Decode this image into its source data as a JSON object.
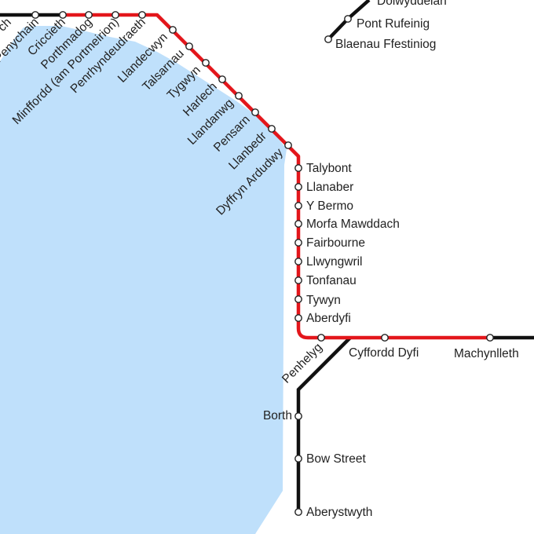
{
  "colors": {
    "sea": "#bfe0fb",
    "cambrian_line": "#e3161b",
    "other_line": "#111111",
    "station_fill": "#ffffff",
    "station_stroke": "#222222",
    "text": "#222222"
  },
  "stations": {
    "pwllheli_partial": "ch",
    "penychain": "Penychain",
    "criccieth": "Criccieth",
    "porthmadog": "Porthmadog",
    "minffordd": "Minffordd (am Portmeirion)",
    "penrhyndeudraeth": "Penrhyndeudraeth",
    "llandecwyn": "Llandecwyn",
    "talsarnau": "Talsarnau",
    "tygwyn": "Tygwyn",
    "harlech": "Harlech",
    "llandanwg": "Llandanwg",
    "pensarn": "Pensarn",
    "llanbedr": "Llanbedr",
    "dyffryn_ardudwy": "Dyffryn Ardudwy",
    "talybont": "Talybont",
    "llanaber": "Llanaber",
    "y_bermo": "Y Bermo",
    "morfa_mawddach": "Morfa Mawddach",
    "fairbourne": "Fairbourne",
    "llwyngwril": "Llwyngwril",
    "tonfanau": "Tonfanau",
    "tywyn": "Tywyn",
    "aberdyfi": "Aberdyfi",
    "penhelyg": "Penhelyg",
    "cyffordd_dyfi": "Cyffordd Dyfi",
    "machynlleth": "Machynlleth",
    "borth": "Borth",
    "bow_street": "Bow Street",
    "aberystwyth": "Aberystwyth",
    "dolwyddelan": "Dolwyddelan",
    "pont_rufeinig": "Pont Rufeinig",
    "blaenau_ffestiniog": "Blaenau Ffestiniog"
  }
}
